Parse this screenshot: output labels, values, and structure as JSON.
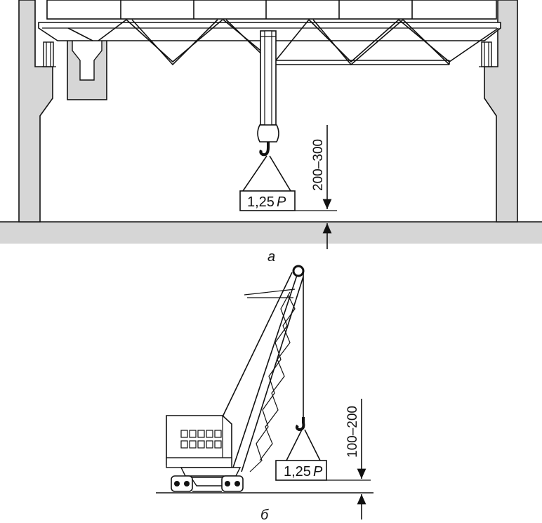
{
  "figure_a": {
    "load_label": "1,25",
    "load_symbol": "P",
    "height_dimension": "200–300",
    "caption": "а"
  },
  "figure_b": {
    "load_label": "1,25",
    "load_symbol": "P",
    "height_dimension": "100–200",
    "caption": "б"
  },
  "colors": {
    "fill_gray": "#d6d6d6",
    "line": "#111111"
  }
}
